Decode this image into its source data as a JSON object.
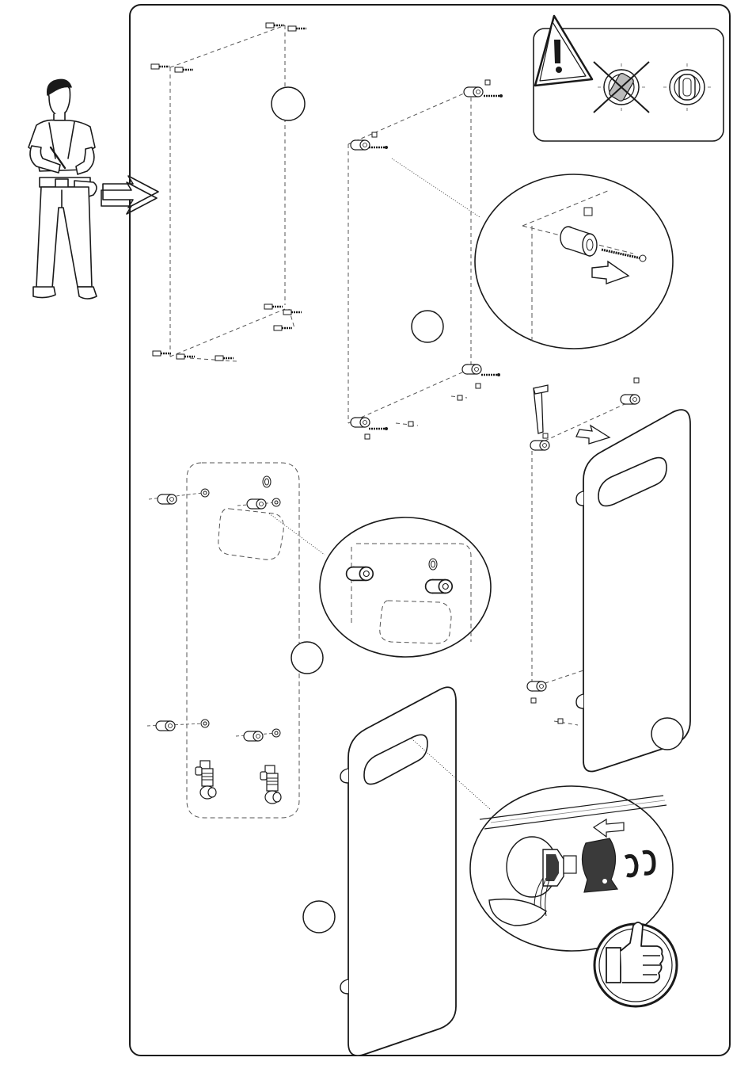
{
  "document": {
    "type": "wordless installation instruction sheet (towel radiator wall mounting)",
    "colors": {
      "line": "#1a1a1a",
      "guide": "#555555",
      "background": "#ffffff",
      "shade": "#d9d9d9",
      "dark_part": "#3a3a3a"
    }
  },
  "steps": [
    {
      "id": 1,
      "number_label": ""
    },
    {
      "id": 2,
      "number_label": ""
    },
    {
      "id": 3,
      "number_label": ""
    },
    {
      "id": 4,
      "number_label": ""
    },
    {
      "id": 5,
      "number_label": ""
    }
  ],
  "icons": {
    "installer": "installer-figure-icon",
    "arrow": "double-arrow-icon",
    "warning": "warning-triangle-icon",
    "wrong": "crossed-out-misaligned-bracket-icon",
    "right": "aligned-bracket-icon",
    "allen_key": "allen-key-icon",
    "thumbs_up": "thumbs-up-icon",
    "valve": "angle-valve-icon"
  }
}
